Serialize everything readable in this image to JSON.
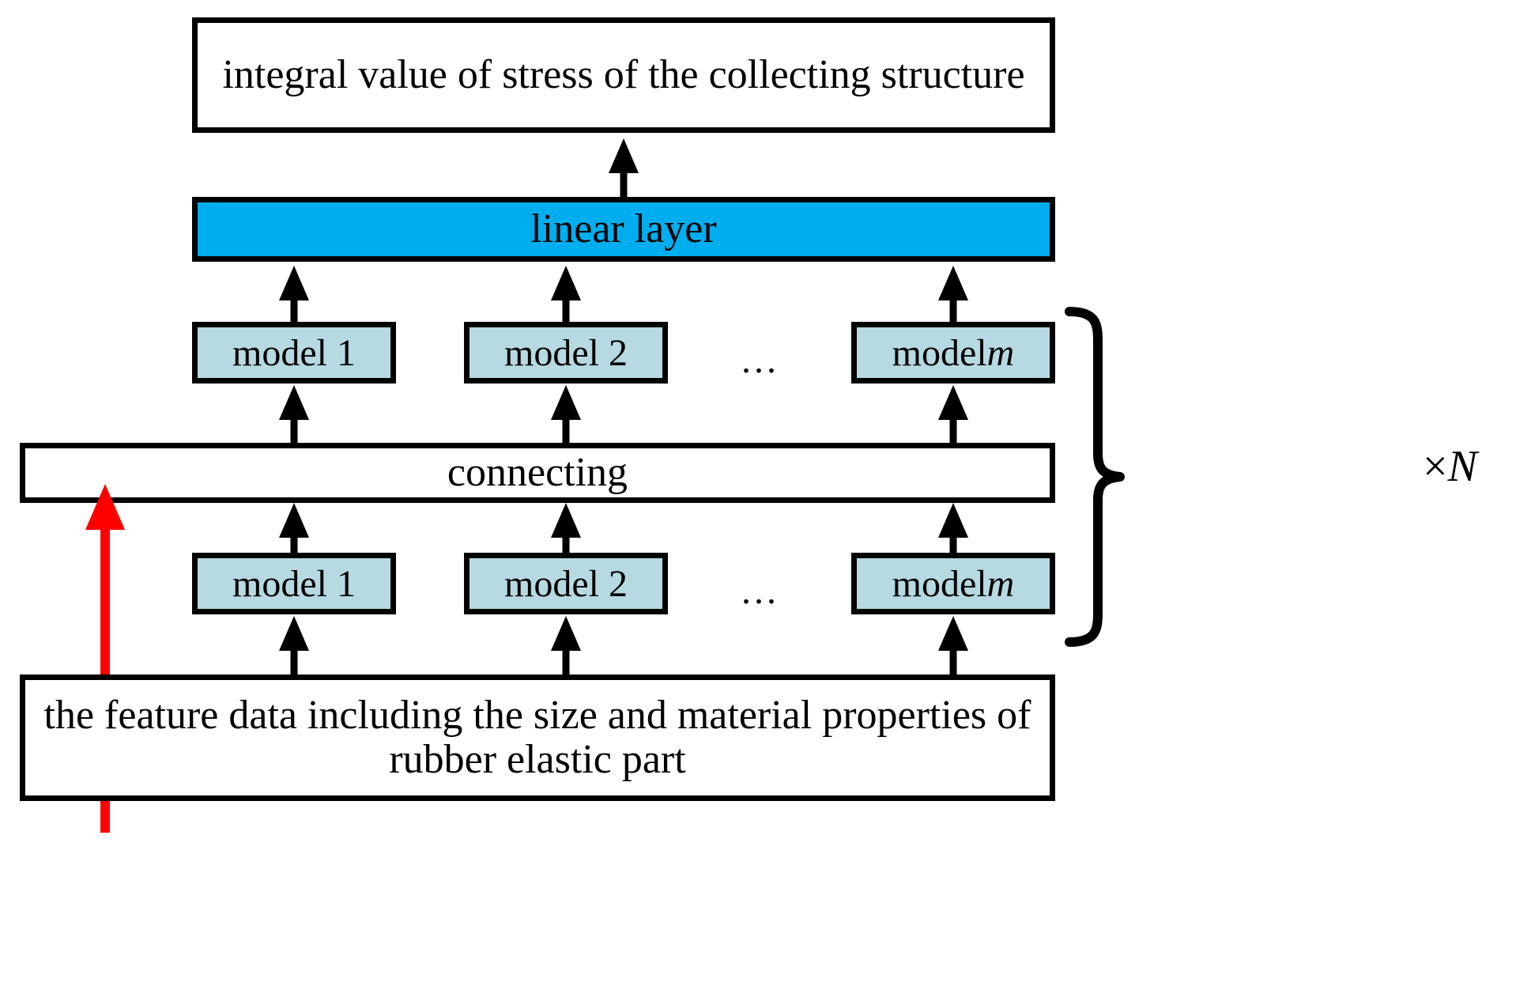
{
  "diagram": {
    "title_box": {
      "label": "integral value of stress of the collecting structure"
    },
    "linear_layer": {
      "label": "linear layer",
      "fill_color": "#00AEEF"
    },
    "connecting": {
      "label": "connecting"
    },
    "input_box": {
      "label": "the feature data including the size and material properties of rubber elastic part"
    },
    "model_fill_color": "#B6D9E2",
    "ellipsis": "...",
    "upper_models": [
      {
        "label": "model 1"
      },
      {
        "label": "model 2"
      },
      {
        "label_prefix": "model ",
        "label_italic": "m"
      }
    ],
    "lower_models": [
      {
        "label": "model 1"
      },
      {
        "label": "model 2"
      },
      {
        "label_prefix": "model ",
        "label_italic": "m"
      }
    ],
    "repeat": {
      "multiplier_symbol": "×",
      "multiplier_variable": "N"
    },
    "highlight_arrow_color": "#FF0000"
  }
}
